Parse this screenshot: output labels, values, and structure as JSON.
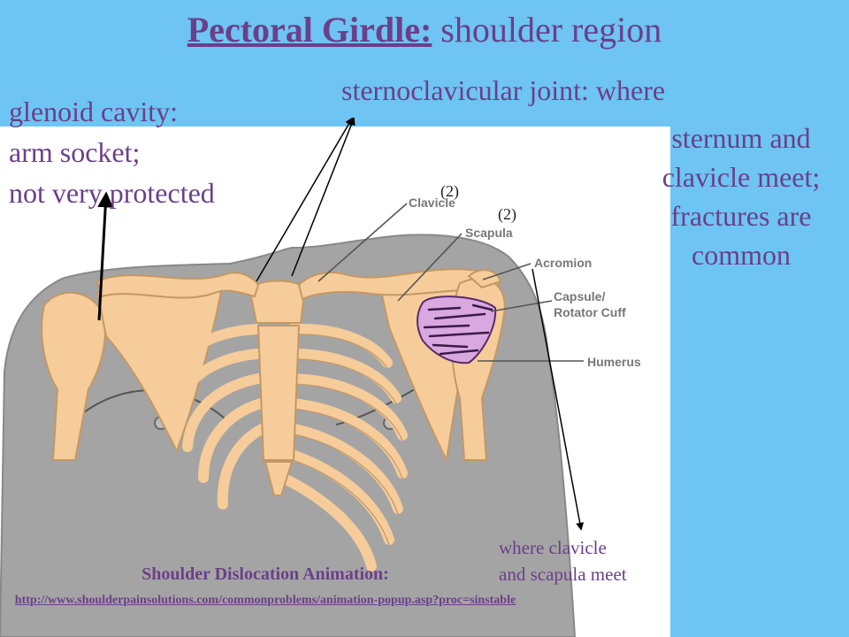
{
  "slide": {
    "title_bold": "Pectoral Girdle:",
    "title_rest": " shoulder region",
    "colors": {
      "accent": "#6b3f8a",
      "background_blue": "#6ec4f2",
      "skin": "#a4a4a4",
      "bone": "#f6cc9a",
      "rotator_cuff": "#d9a8e0"
    }
  },
  "annotations": {
    "glenoid": [
      "glenoid cavity:",
      "arm socket;",
      "not very protected"
    ],
    "sternoclavicular": [
      "sternoclavicular joint: where",
      "sternum and",
      "clavicle meet;",
      "fractures are",
      "common"
    ],
    "count_clavicle": "(2)",
    "count_scapula": "(2)",
    "acromion_note": [
      "where clavicle",
      "and scapula meet"
    ]
  },
  "figure_labels": {
    "clavicle": "Clavicle",
    "scapula": "Scapula",
    "acromion": "Acromion",
    "capsule_1": "Capsule/",
    "capsule_2": "Rotator Cuff",
    "humerus": "Humerus"
  },
  "animation": {
    "title": "Shoulder Dislocation Animation:",
    "link": "http://www.shoulderpainsolutions.com/commonproblems/animation-popup.asp?proc=sinstable"
  }
}
